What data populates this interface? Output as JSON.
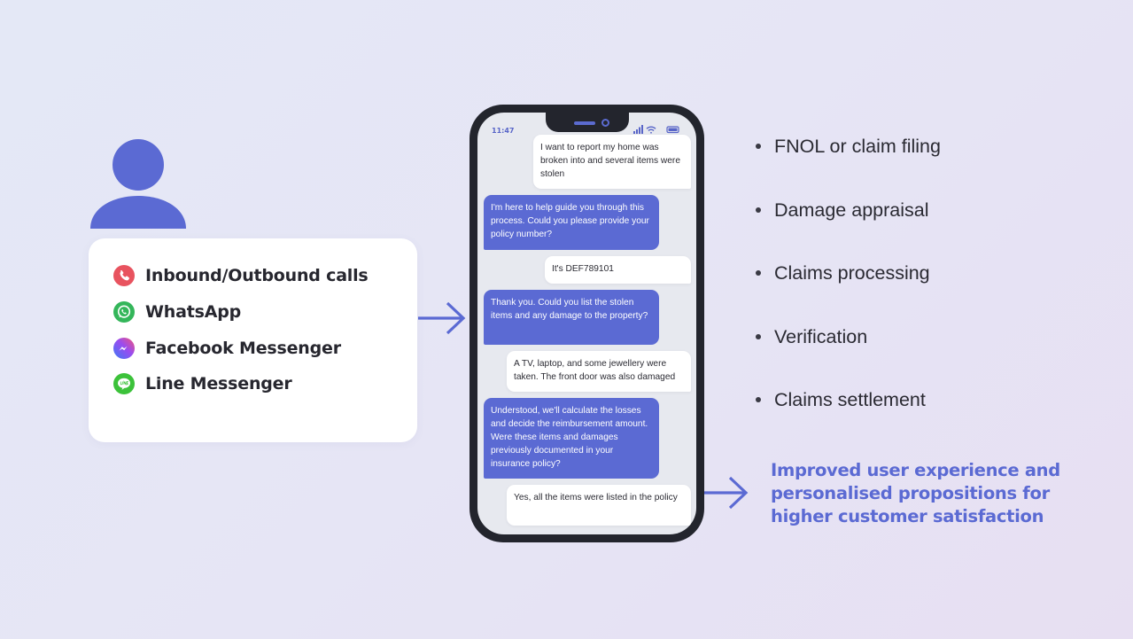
{
  "colors": {
    "accent": "#5b6ad3",
    "phone_frame": "#23252d",
    "card": "#ffffff",
    "text": "#27272f"
  },
  "user": {
    "icon": "person-icon"
  },
  "channels": [
    {
      "label": "Inbound/Outbound calls",
      "icon": "phone-call-icon",
      "color": "#e8535f"
    },
    {
      "label": "WhatsApp",
      "icon": "whatsapp-icon",
      "color": "#34b65a"
    },
    {
      "label": "Facebook Messenger",
      "icon": "messenger-icon",
      "color": "#8a4df0"
    },
    {
      "label": "Line Messenger",
      "icon": "line-icon",
      "color": "#3cc23a"
    }
  ],
  "phone": {
    "time": "11:47",
    "messages": [
      {
        "sender": "user",
        "text": "I want to report my home was broken into and several items were stolen"
      },
      {
        "sender": "bot",
        "text": "I'm here to help guide you through this process. Could you please provide your policy number?"
      },
      {
        "sender": "user",
        "text": "It's DEF789101"
      },
      {
        "sender": "bot",
        "text": "Thank you. Could you list the stolen items and any damage to the property?"
      },
      {
        "sender": "user",
        "text": "A TV, laptop, and some jewellery were taken. The front door was also damaged"
      },
      {
        "sender": "bot",
        "text": "Understood, we'll calculate the losses and decide the reimbursement amount. Were these items and damages previously documented in your insurance policy?"
      },
      {
        "sender": "user",
        "text": "Yes, all the items were listed in the policy"
      }
    ]
  },
  "capabilities": [
    "FNOL or claim filing",
    "Damage appraisal",
    "Claims processing",
    "Verification",
    "Claims settlement"
  ],
  "outcome": {
    "lines": [
      "Improved user experience and",
      "personalised propositions for",
      "higher customer satisfaction"
    ]
  }
}
